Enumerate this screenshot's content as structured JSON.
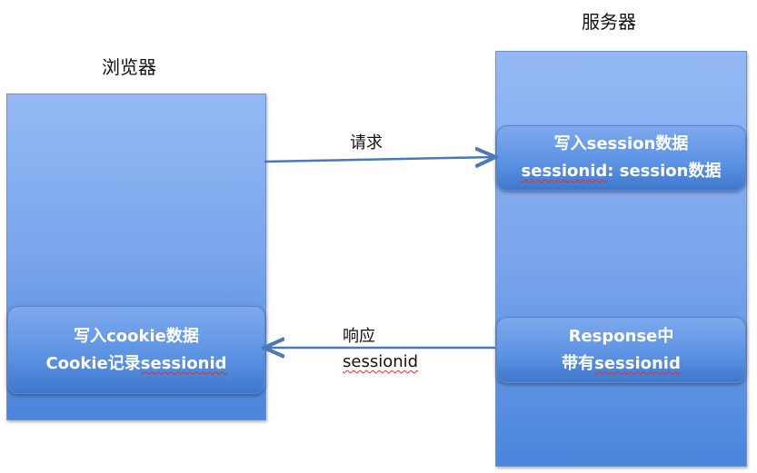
{
  "browser": {
    "title": "浏览器",
    "box_line1": "写入cookie数据",
    "box_line2_prefix": "Cookie记录",
    "box_line2_underlined": "sessionid"
  },
  "server": {
    "title": "服务器",
    "box1_line1": "写入session数据",
    "box1_line2_underlined": "sessionid",
    "box1_line2_rest": ": session数据",
    "box2_line1": "Response中",
    "box2_line2_prefix": "带有",
    "box2_line2_underlined": "sessionid"
  },
  "request": {
    "label": "请求"
  },
  "response": {
    "label": "响应",
    "sublabel": "sessionid"
  }
}
